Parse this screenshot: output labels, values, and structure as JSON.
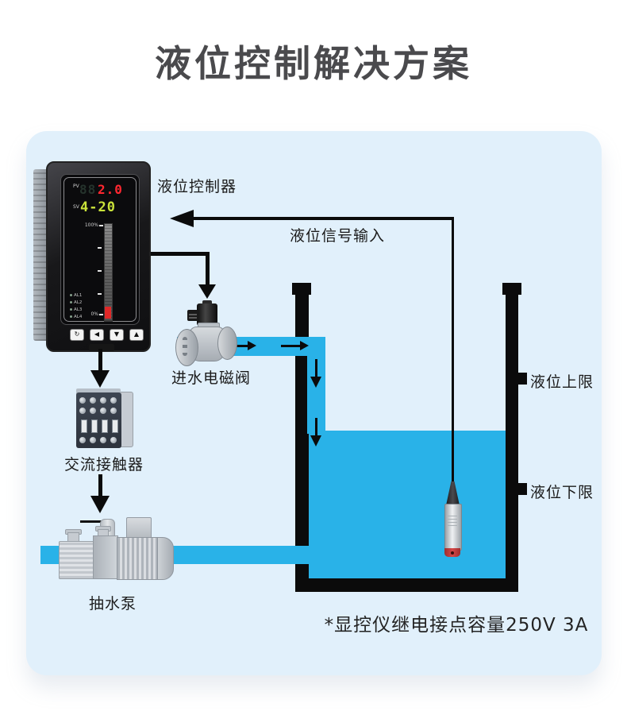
{
  "title": "液位控制解决方案",
  "colors": {
    "panel_bg": "#E1F0FB",
    "water_blue": "#29B2E8",
    "line_black": "#0B0B0B",
    "title_gray": "#4A4A4D",
    "pv_red": "#FF2730",
    "sv_green": "#C9E23A"
  },
  "controller": {
    "label": "液位控制器",
    "pv_label": "PV",
    "pv_ghost": "88",
    "pv_value": "2.0",
    "sv_label": "SV",
    "sv_value": "4-20",
    "bar_top": "100%",
    "bar_bottom": "0%",
    "alarms": [
      {
        "label": "AL1"
      },
      {
        "label": "AL2"
      },
      {
        "label": "AL3"
      },
      {
        "label": "AL4"
      }
    ],
    "buttons": [
      {
        "glyph": "↻"
      },
      {
        "glyph": "◀"
      },
      {
        "glyph": "▼"
      },
      {
        "glyph": "▲"
      }
    ]
  },
  "labels": {
    "signal_input": "液位信号输入",
    "inlet_valve": "进水电磁阀",
    "ac_contactor": "交流接触器",
    "water_pump": "抽水泵",
    "level_high": "液位上限",
    "level_low": "液位下限"
  },
  "note": "*显控仪继电接点容量250V 3A"
}
